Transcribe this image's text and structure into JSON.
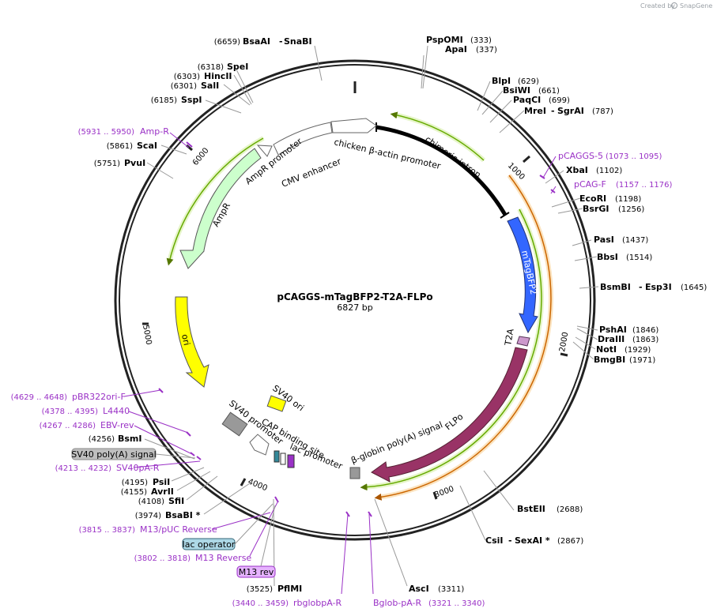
{
  "credit": {
    "created_by": "Created by",
    "brand": "SnapGene"
  },
  "map": {
    "title": "pCAGGS-mTagBFP2-T2A-FLPo",
    "length": "6827 bp",
    "ticks": [
      "1000",
      "2000",
      "3000",
      "4000",
      "5000",
      "6000"
    ]
  },
  "sites": [
    {
      "name": "BsaAI",
      "name2": "SnaBI",
      "pos": "(6659)"
    },
    {
      "name": "PspOMI",
      "pos": "(333)"
    },
    {
      "name": "ApaI",
      "pos": "(337)"
    },
    {
      "name": "SpeI",
      "pos": "(6318)"
    },
    {
      "name": "HincII",
      "pos": "(6303)"
    },
    {
      "name": "SalI",
      "pos": "(6301)"
    },
    {
      "name": "SspI",
      "pos": "(6185)"
    },
    {
      "name": "BlpI",
      "pos": "(629)"
    },
    {
      "name": "BsiWI",
      "pos": "(661)"
    },
    {
      "name": "PaqCI",
      "pos": "(699)"
    },
    {
      "name": "MreI",
      "name2": "SgrAI",
      "pos": "(787)"
    },
    {
      "name": "ScaI",
      "pos": "(5861)"
    },
    {
      "name": "PvuI",
      "pos": "(5751)"
    },
    {
      "name": "XbaI",
      "pos": "(1102)"
    },
    {
      "name": "EcoRI",
      "pos": "(1198)"
    },
    {
      "name": "BsrGI",
      "pos": "(1256)"
    },
    {
      "name": "PasI",
      "pos": "(1437)"
    },
    {
      "name": "BbsI",
      "pos": "(1514)"
    },
    {
      "name": "BsmBI",
      "name2": "Esp3I",
      "pos": "(1645)"
    },
    {
      "name": "PshAI",
      "pos": "(1846)"
    },
    {
      "name": "DraIII",
      "pos": "(1863)"
    },
    {
      "name": "NotI",
      "pos": "(1929)"
    },
    {
      "name": "BmgBI",
      "pos": "(1971)"
    },
    {
      "name": "BsmI",
      "pos": "(4256)"
    },
    {
      "name": "PsiI",
      "pos": "(4195)"
    },
    {
      "name": "AvrII",
      "pos": "(4155)"
    },
    {
      "name": "SfiI",
      "pos": "(4108)"
    },
    {
      "name": "BsaBI *",
      "pos": "(3974)"
    },
    {
      "name": "BstEII",
      "pos": "(2688)"
    },
    {
      "name": "CsiI",
      "name2": "SexAI *",
      "pos": "(2867)"
    },
    {
      "name": "PflMI",
      "pos": "(3525)"
    },
    {
      "name": "AscI",
      "pos": "(3311)"
    }
  ],
  "primers": [
    {
      "name": "Amp-R",
      "pos": "(5931 .. 5950)"
    },
    {
      "name": "pCAGGS-5",
      "pos": "(1073 .. 1095)"
    },
    {
      "name": "pCAG-F",
      "pos": "(1157 .. 1176)"
    },
    {
      "name": "pBR322ori-F",
      "pos": "(4629 .. 4648)"
    },
    {
      "name": "L4440",
      "pos": "(4378 .. 4395)"
    },
    {
      "name": "EBV-rev",
      "pos": "(4267 .. 4286)"
    },
    {
      "name": "SV40pA-R",
      "pos": "(4213 .. 4232)"
    },
    {
      "name": "M13/pUC Reverse",
      "pos": "(3815 .. 3837)"
    },
    {
      "name": "M13 Reverse",
      "pos": "(3802 .. 3818)"
    },
    {
      "name": "rbglobpA-R",
      "pos": "(3440 .. 3459)"
    },
    {
      "name": "Bglob-pA-R",
      "pos": "(3321 .. 3340)"
    }
  ],
  "boxed_features": {
    "sv40_polya": "SV40 poly(A) signal",
    "lac_operator": "lac operator",
    "m13_rev": "M13 rev"
  },
  "features": {
    "chicken_actin": "chicken β-actin promoter",
    "chimeric_intron": "chimeric intron",
    "cmv_enhancer": "CMV enhancer",
    "ampr_promoter": "AmpR promoter",
    "ampr": "AmpR",
    "ori": "ori",
    "mtagbfp2": "mTagBFP2",
    "t2a": "T2A",
    "flpo": "FLPo",
    "bglobin": "β-globin poly(A) signal",
    "sv40_ori": "SV40 ori",
    "sv40_promoter": "SV40 promoter",
    "cap_site": "CAP binding site",
    "lac_promoter": "lac promoter"
  },
  "colors": {
    "backbone": "#222222",
    "primer": "#9a31c6",
    "ampr": "#ccffcc",
    "ori": "#ffff00",
    "mtagbfp2": "#3366ff",
    "flpo": "#993366",
    "t2a": "#cc99cc",
    "promoter": "#ffffff",
    "gray": "#999999",
    "green_line": "#66aa00",
    "orange_line": "#cc6600"
  }
}
